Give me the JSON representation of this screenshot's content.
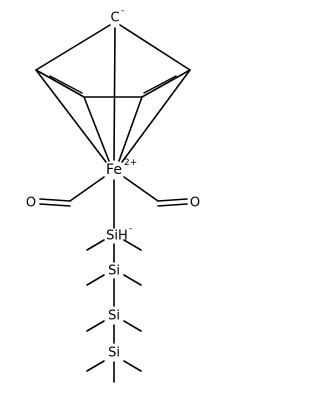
{
  "molecule": {
    "atoms": {
      "carbanion": "C",
      "carbanion_charge": "-",
      "iron": "Fe",
      "iron_charge": "2+",
      "oxygen_left": "O",
      "oxygen_right": "O",
      "silyl_top": "SiH",
      "silyl_top_charge": "-",
      "silicon_2": "Si",
      "silicon_3": "Si",
      "silicon_4": "Si"
    }
  }
}
